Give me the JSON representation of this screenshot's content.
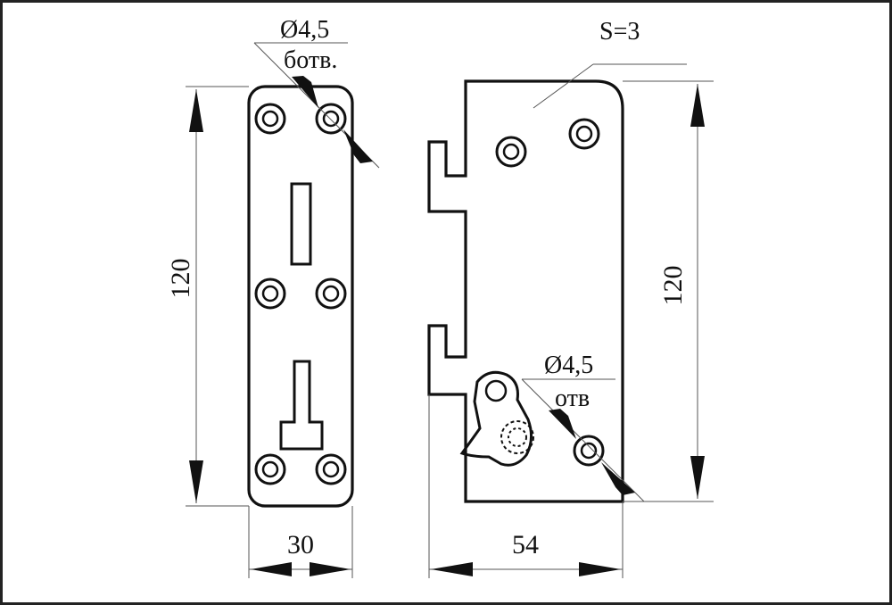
{
  "left_plate": {
    "hole_note_dia": "Ø4,5",
    "hole_note_text": "ботв.",
    "dim_height": "120",
    "dim_width": "30"
  },
  "right_plate": {
    "thickness_note": "S=3",
    "hole_note_dia": "Ø4,5",
    "hole_note_text": "отв",
    "dim_height": "120",
    "dim_width": "54"
  }
}
